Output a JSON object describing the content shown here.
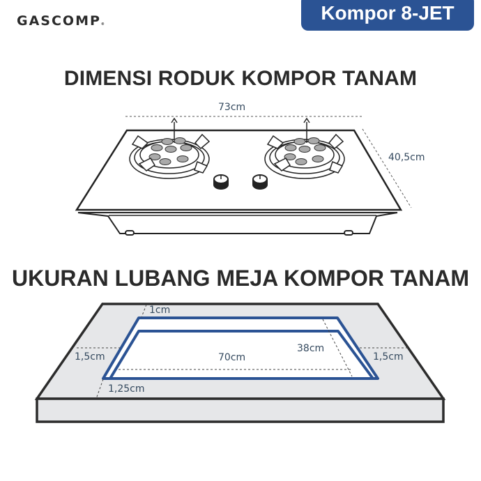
{
  "header": {
    "brand": "GASCOMP",
    "brand_mark": "®",
    "badge": "Kompor 8-JET",
    "badge_color": "#2b5394"
  },
  "section1": {
    "title": "DIMENSI RODUK KOMPOR TANAM",
    "width_label": "73cm",
    "depth_label": "40,5cm",
    "burners": 2,
    "knobs": 2
  },
  "section2": {
    "title": "UKURAN LUBANG MEJA KOMPOR TANAM",
    "labels": {
      "top_margin": "1cm",
      "left_margin": "1,5cm",
      "right_margin": "1,5cm",
      "bottom_margin": "1,25cm",
      "hole_width": "70cm",
      "hole_depth": "38cm"
    },
    "outline_color": "#2b5394",
    "counter_color": "#e6e7e9"
  }
}
